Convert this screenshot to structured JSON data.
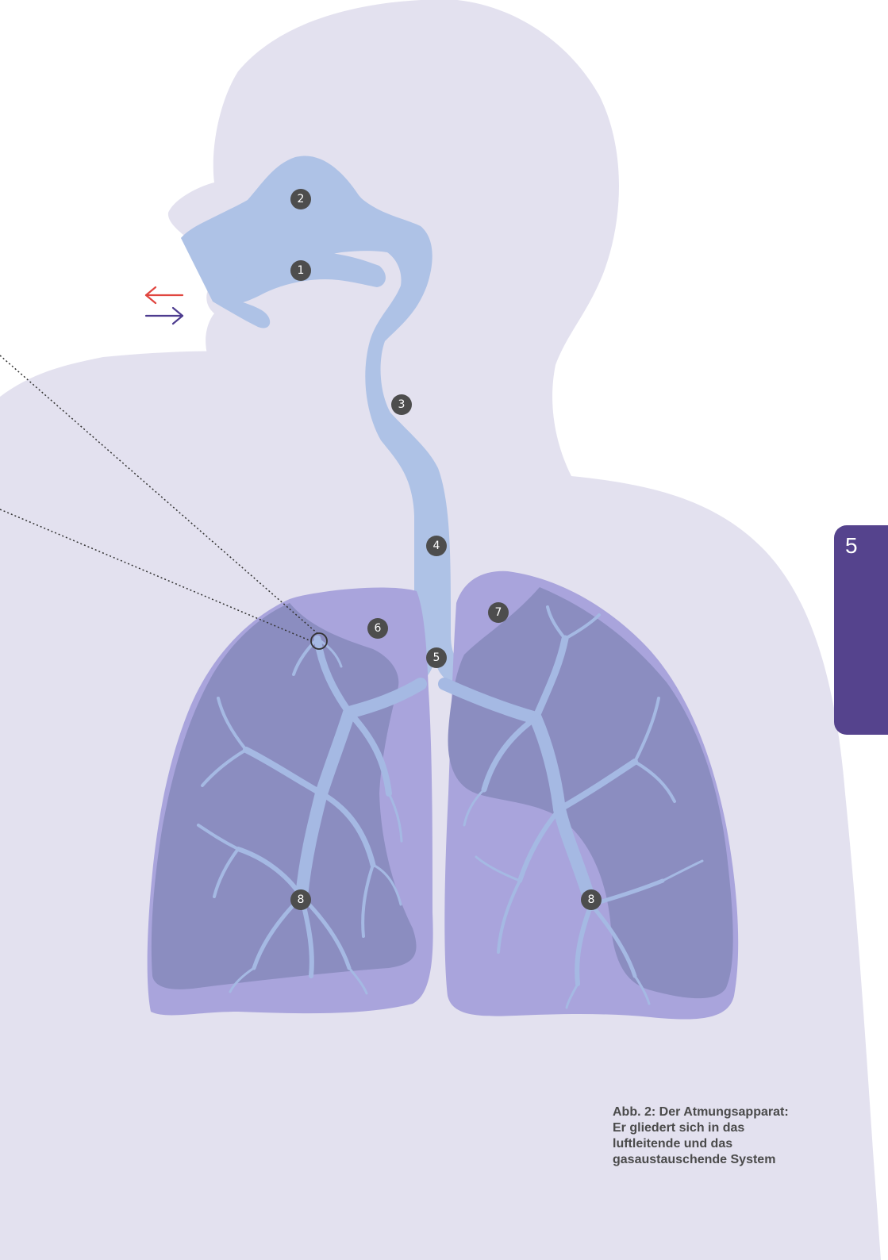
{
  "figure": {
    "caption": "Abb. 2: Der Atmungsapparat:\nEr gliedert sich in das\nluftleitende und das\ngasaustauschende System",
    "chapter_tab": "5",
    "markers": [
      "1",
      "2",
      "3",
      "4",
      "5",
      "6",
      "7",
      "8",
      "8"
    ],
    "arrows": {
      "exhale_icon": "left-arrow-icon",
      "inhale_icon": "right-arrow-icon",
      "exhale_color": "#e0453f",
      "inhale_color": "#4d3c8f"
    }
  },
  "colors": {
    "body_silhouette": "#e3e1ef",
    "airway": "#aec2e6",
    "lung_base": "#a9a4dc",
    "lung_dark": "#8b8dc0",
    "bronchi": "#a5b9e3",
    "marker": "#4d4d4d",
    "tab": "#55438d"
  }
}
